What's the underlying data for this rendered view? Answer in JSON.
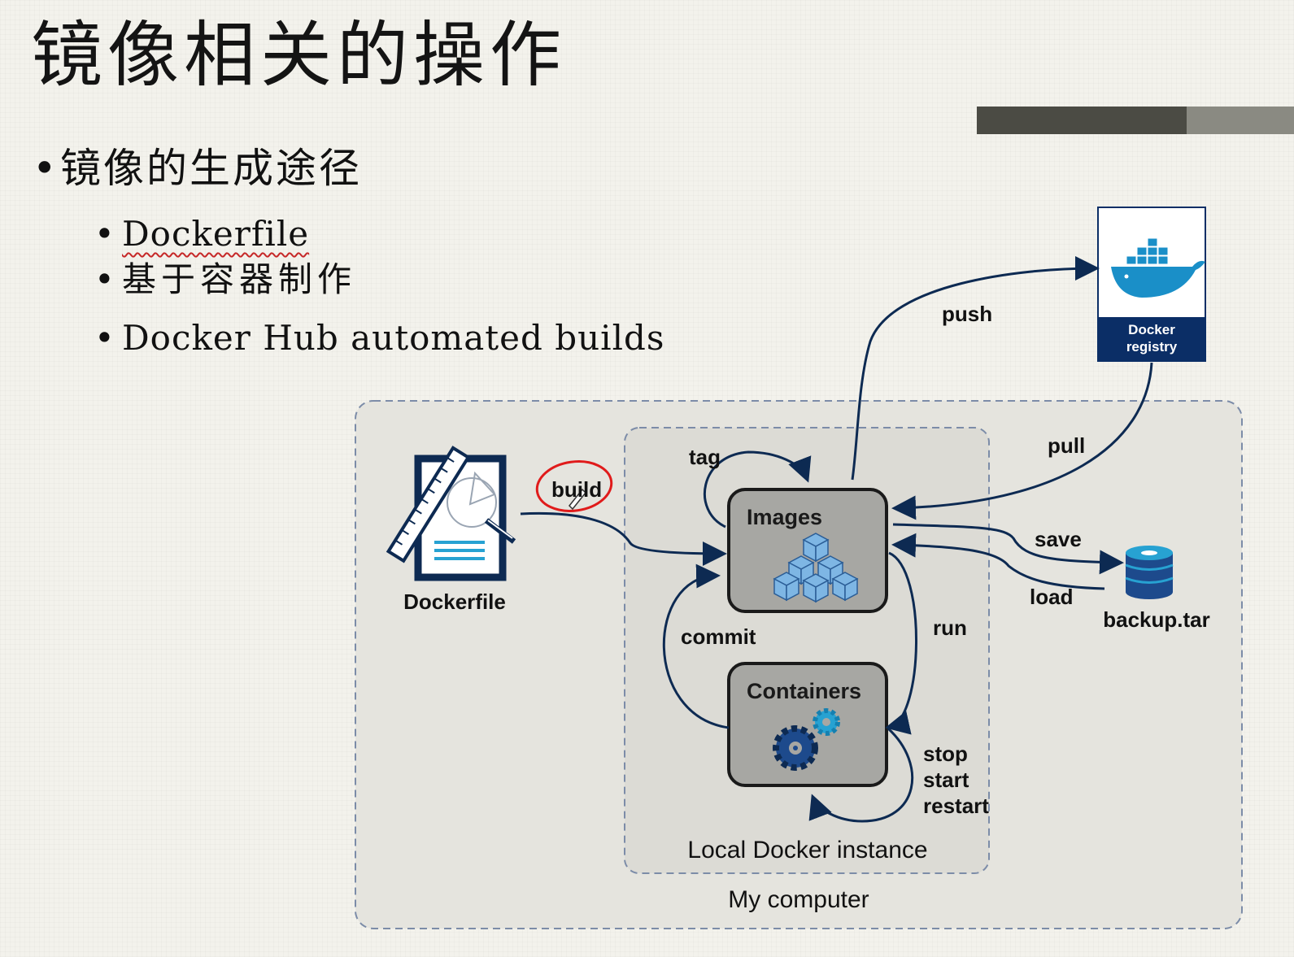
{
  "title": "镜像相关的操作",
  "bullets": {
    "main": "镜像的生成途径",
    "sub": [
      "Dockerfile",
      "基于容器制作",
      "Docker Hub automated builds"
    ]
  },
  "diagram": {
    "outer_label": "My computer",
    "inner_label": "Local Docker instance",
    "images_label": "Images",
    "containers_label": "Containers",
    "dockerfile_label": "Dockerfile",
    "registry_label_1": "Docker",
    "registry_label_2": "registry",
    "backup_label": "backup.tar",
    "edges": {
      "build": "build",
      "tag": "tag",
      "push": "push",
      "pull": "pull",
      "save": "save",
      "load": "load",
      "commit": "commit",
      "run": "run",
      "stop": "stop",
      "start": "start",
      "restart": "restart"
    }
  },
  "colors": {
    "arrow": "#0d2a52",
    "box_fill": "#a7a7a3",
    "registry_blue": "#0b2e66",
    "docker_whale": "#1a8fc8",
    "annotation_red": "#e01b1b",
    "cube_blue": "#6aa5d8"
  }
}
